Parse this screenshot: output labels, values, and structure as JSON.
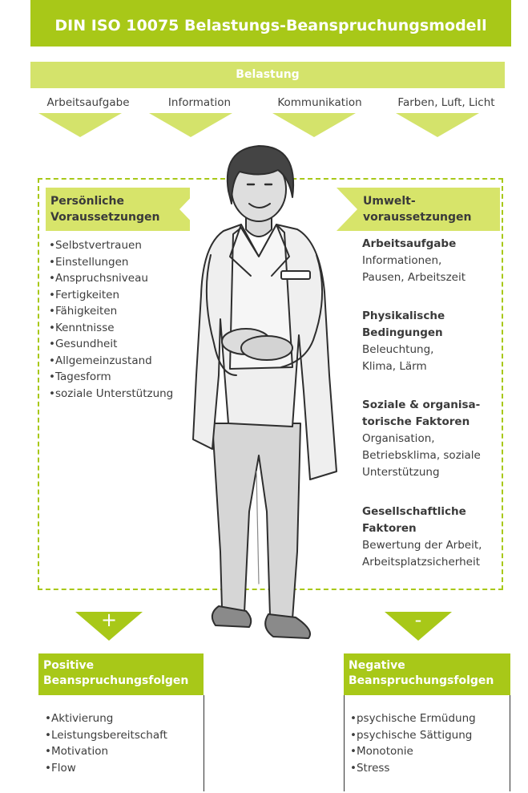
{
  "title": "DIN ISO 10075 Belastungs-Beanspruchungsmodell",
  "load": {
    "header": "Belastung",
    "items": [
      "Arbeitsaufgabe",
      "Information",
      "Kommunikation",
      "Farben, Luft, Licht"
    ]
  },
  "personal": {
    "heading_line1": "Persönliche",
    "heading_line2": "Voraussetzungen",
    "items": [
      "Selbstvertrauen",
      "Einstellungen",
      "Anspruchsniveau",
      "Fertigkeiten",
      "Fähigkeiten",
      "Kenntnisse",
      "Gesundheit",
      "Allgemeinzustand",
      "Tagesform",
      "soziale Unterstützung"
    ]
  },
  "environment": {
    "heading_line1": "Umwelt-",
    "heading_line2": "voraussetzungen",
    "groups": [
      {
        "title": [
          "Arbeitsaufgabe"
        ],
        "body": [
          "Informationen,",
          "Pausen, Arbeitszeit"
        ]
      },
      {
        "title": [
          "Physikalische",
          "Bedingungen"
        ],
        "body": [
          "Beleuchtung,",
          "Klima, Lärm"
        ]
      },
      {
        "title": [
          "Soziale & organisa-",
          "torische Faktoren"
        ],
        "body": [
          "Organisation,",
          "Betriebsklima, soziale",
          "Unterstützung"
        ]
      },
      {
        "title": [
          "Gesellschaftliche",
          "Faktoren"
        ],
        "body": [
          "Bewertung der Arbeit,",
          "Arbeitsplatzsicherheit"
        ]
      }
    ]
  },
  "positive": {
    "sign": "+",
    "heading_line1": "Positive",
    "heading_line2": "Beanspruchungsfolgen",
    "items": [
      "Aktivierung",
      "Leistungsbereitschaft",
      "Motivation",
      "Flow"
    ]
  },
  "negative": {
    "sign": "-",
    "heading_line1": "Negative",
    "heading_line2": "Beanspruchungsfolgen",
    "items": [
      "psychische Ermüdung",
      "psychische Sättigung",
      "Monotonie",
      "Stress"
    ]
  },
  "colors": {
    "primary_green": "#a8c818",
    "light_green": "#d4e36b",
    "text": "#3a3a3a"
  }
}
